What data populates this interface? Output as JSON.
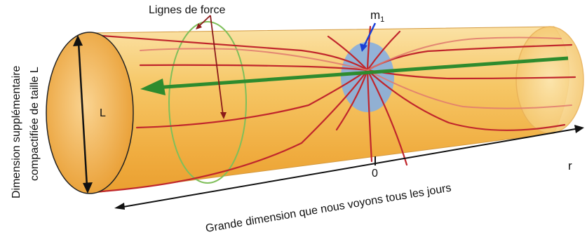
{
  "labels": {
    "field_lines": "Lignes de force",
    "mass": "m",
    "mass_subscript": "1",
    "size": "L",
    "origin": "0",
    "radial": "r",
    "vertical_line1": "Dimension supplémentaire",
    "vertical_line2": "compactifiée de taille L",
    "bottom": "Grande dimension que nous voyons tous les jours"
  },
  "colors": {
    "tube_fill": "#f3b64a",
    "tube_edge": "#d49a40",
    "field_line": "#c0262c",
    "field_line_faint": "#e07a6e",
    "green_arrow": "#2e8b2e",
    "green_ring": "#7fbf5a",
    "mass_blob": "#86aee0",
    "mass_arrow": "#1a3fd6",
    "pointer_arrow": "#8b1a1a",
    "axis": "#111111"
  }
}
